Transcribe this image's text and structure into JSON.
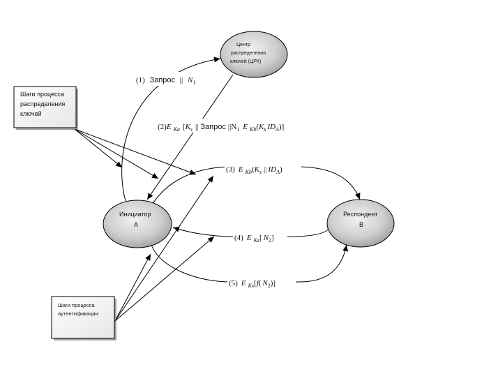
{
  "nodes": {
    "kdc": {
      "line1": "Центр",
      "line2": "распределения",
      "line3": "ключей (ЦРК)"
    },
    "initiator": {
      "line1": "Инициатор",
      "line2": "А"
    },
    "responder": {
      "line1": "Респондент",
      "line2": "В"
    }
  },
  "boxes": {
    "distribution": {
      "line1": "Шаги процесса",
      "line2": "распределения",
      "line3": "ключей"
    },
    "authentication": {
      "line1": "Шаги процесса",
      "line2": "аутентификации"
    }
  },
  "messages": {
    "m1": {
      "num": "(1)",
      "word": "Запрос",
      "sep": "||",
      "n": "N",
      "sub": "1"
    },
    "m2": {
      "num": "(2)",
      "E": "E",
      "kaSub": "Ka",
      "lb": "[",
      "Ks": "K",
      "sSub": "s",
      "sep1": "||",
      "word": "Запрос",
      "sep2": "||",
      "n1": "N",
      "n1Sub": "1",
      "E2": "E",
      "kbSub": "Kb",
      "lp": "(",
      "K2": "K",
      "s2Sub": "s",
      "id": "ID",
      "aSub": "A",
      "rp": ")]"
    },
    "m3": {
      "num": "(3)",
      "E": "E",
      "kbSub": "Kb",
      "lp": "(",
      "K": "K",
      "sSub": "s",
      "sep": "||",
      "id": "ID",
      "aSub": "A",
      "rp": ")"
    },
    "m4": {
      "num": "(4)",
      "E": "E",
      "ksSub": "Ks",
      "lb": "[",
      "n": "N",
      "sub": "2",
      "rb": "]"
    },
    "m5": {
      "num": "(5)",
      "E": "E",
      "ksSub": "Ks",
      "lb": "[",
      "f": "f",
      "lp": "(",
      "n": "N",
      "sub": "2",
      "rp": ")]"
    }
  }
}
